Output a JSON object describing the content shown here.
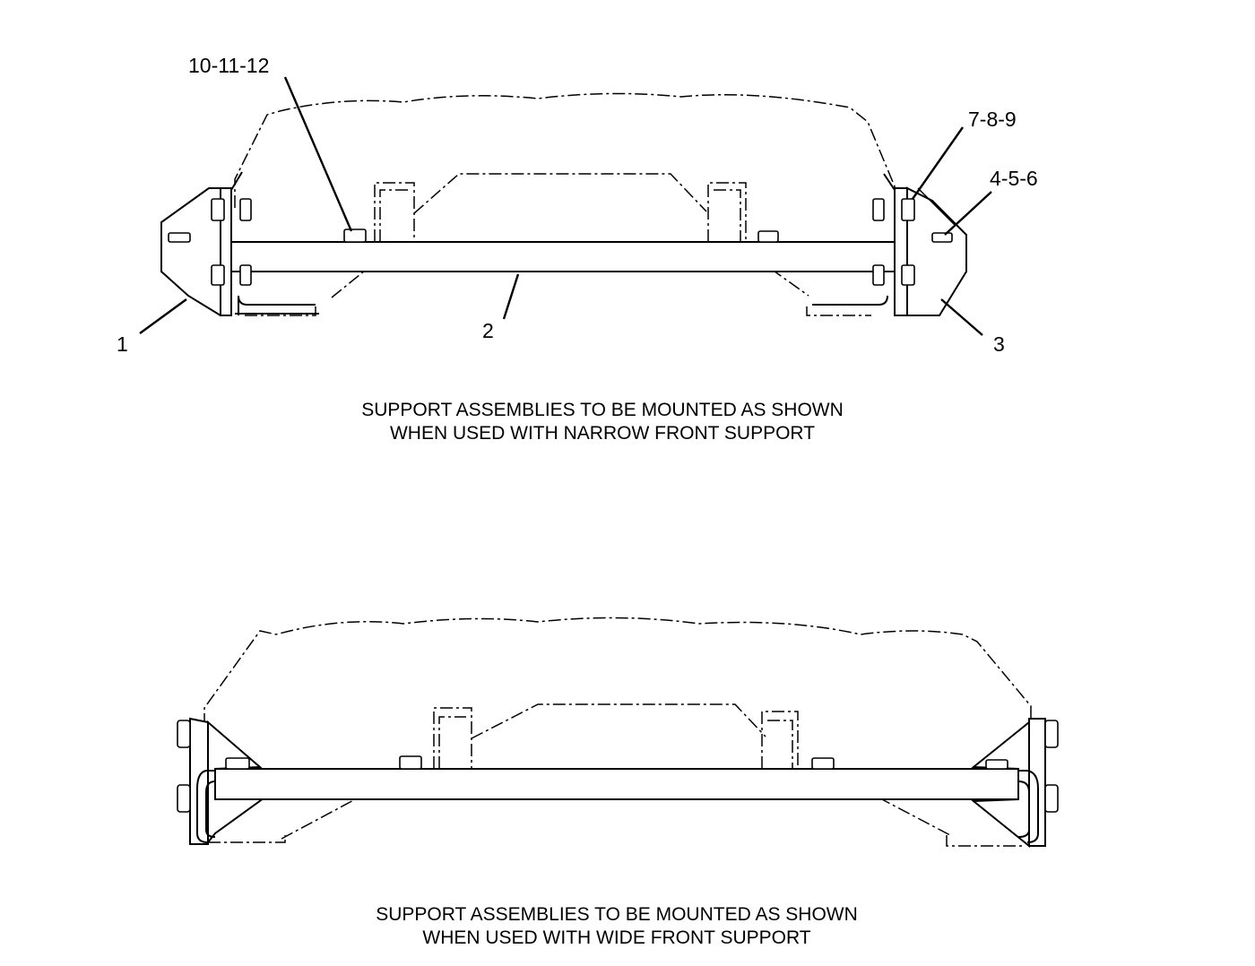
{
  "figure": {
    "top_assembly": {
      "callouts": {
        "c1": "1",
        "c2": "2",
        "c3": "3",
        "c456": "4-5-6",
        "c789": "7-8-9",
        "c101112": "10-11-12"
      },
      "caption_line1": "SUPPORT ASSEMBLIES TO BE MOUNTED AS SHOWN",
      "caption_line2": "WHEN USED WITH NARROW FRONT SUPPORT"
    },
    "bottom_assembly": {
      "caption_line1": "SUPPORT ASSEMBLIES TO BE MOUNTED AS SHOWN",
      "caption_line2": "WHEN USED WITH WIDE FRONT SUPPORT"
    }
  }
}
